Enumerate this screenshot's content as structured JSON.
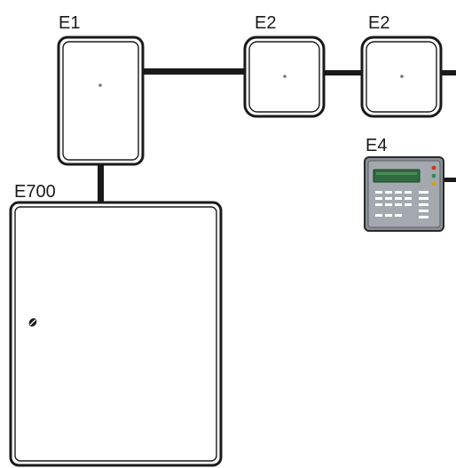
{
  "labels": {
    "e1": "E1",
    "e2a": "E2",
    "e2b": "E2",
    "e4": "E4",
    "e700": "E700"
  },
  "colors": {
    "line": "#1a1a1a",
    "box_outline": "#1a1a1a",
    "box_fill": "#ffffff",
    "keypad_body": "#8a9096",
    "keypad_screen": "#2f6b3e",
    "keypad_led": "#c0392b"
  },
  "icons": {
    "cabinet_lock": "lock-icon",
    "keypad": "keypad-icon"
  }
}
